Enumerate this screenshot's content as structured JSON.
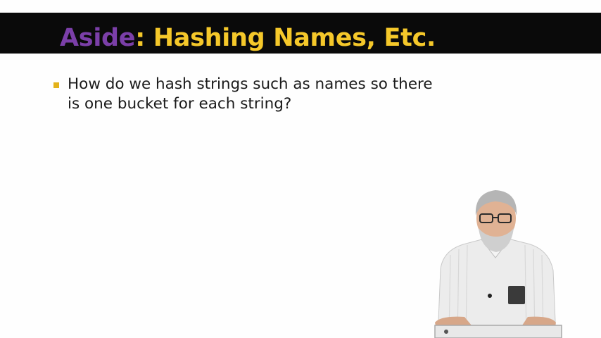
{
  "slide": {
    "title_highlight": "Aside",
    "title_rest": ": Hashing Names, Etc.",
    "bullets": [
      {
        "text": "How do we hash strings such as names so there is one bucket for each string?"
      }
    ]
  },
  "colors": {
    "title_bar": "#0a0a0a",
    "title_highlight": "#7b3fa8",
    "title_rest": "#f5c82a",
    "bullet_marker": "#e3b21b",
    "body_text": "#1a1a1a"
  },
  "presenter": {
    "description_icon": "lecturer-video-overlay"
  }
}
